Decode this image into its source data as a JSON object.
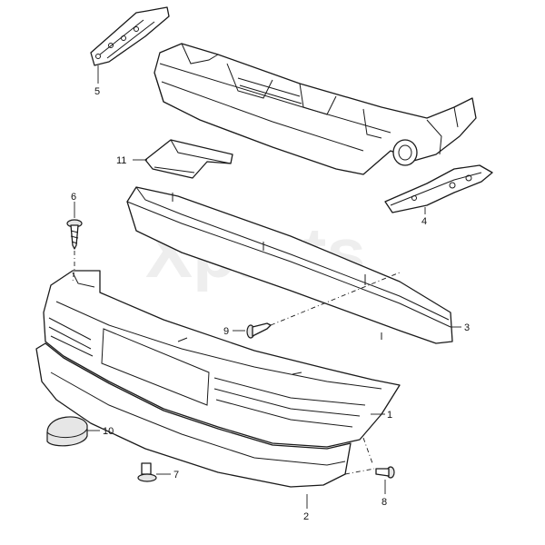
{
  "watermark": "Xparts",
  "callouts": [
    {
      "id": "1",
      "label": "1"
    },
    {
      "id": "2",
      "label": "2"
    },
    {
      "id": "3",
      "label": "3"
    },
    {
      "id": "4",
      "label": "4"
    },
    {
      "id": "5",
      "label": "5"
    },
    {
      "id": "6",
      "label": "6"
    },
    {
      "id": "7",
      "label": "7"
    },
    {
      "id": "8",
      "label": "8"
    },
    {
      "id": "9",
      "label": "9"
    },
    {
      "id": "10",
      "label": "10"
    },
    {
      "id": "11",
      "label": "11"
    }
  ]
}
